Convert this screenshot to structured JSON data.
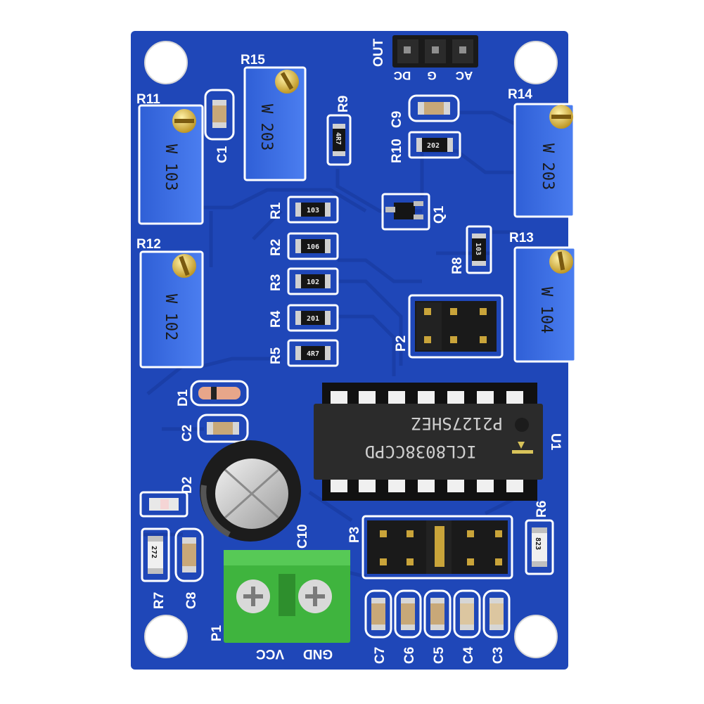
{
  "board": {
    "colors": {
      "pcb": "#1f47b8",
      "trace": "#1a3ea7",
      "pot": "#3b6be0",
      "terminal": "#39b33a",
      "silk": "#ffffff"
    },
    "header_out": {
      "title": "OUT",
      "pins": [
        "DC",
        "G",
        "AC"
      ]
    },
    "pots": [
      {
        "ref": "R11",
        "code": "W 103"
      },
      {
        "ref": "R15",
        "code": "W 203"
      },
      {
        "ref": "R14",
        "code": "W 203"
      },
      {
        "ref": "R12",
        "code": "W 102"
      },
      {
        "ref": "R13",
        "code": "W 104"
      }
    ],
    "resistors": [
      {
        "ref": "R1",
        "code": "103"
      },
      {
        "ref": "R2",
        "code": "106"
      },
      {
        "ref": "R3",
        "code": "102"
      },
      {
        "ref": "R4",
        "code": "201"
      },
      {
        "ref": "R5",
        "code": "4R7"
      },
      {
        "ref": "R9",
        "code": "4R7"
      },
      {
        "ref": "R10",
        "code": "202"
      },
      {
        "ref": "R8",
        "code": "103"
      },
      {
        "ref": "R6",
        "code": "823"
      },
      {
        "ref": "R7",
        "code": "272"
      }
    ],
    "caps": {
      "c1": "C1",
      "c2": "C2",
      "c8": "C8",
      "c9": "C9",
      "c10": "C10",
      "row": [
        "C7",
        "C6",
        "C5",
        "C4",
        "C3"
      ]
    },
    "diodes": {
      "d1": "D1",
      "d2": "D2"
    },
    "transistor": "Q1",
    "jumpers": {
      "p2": "P2",
      "p3": "P3"
    },
    "chip": {
      "ref": "U1",
      "line1": "ICL8038CCPD",
      "line2": "P2127SHEZ"
    },
    "terminal": {
      "ref": "P1",
      "labels": [
        "VCC",
        "GND"
      ]
    }
  }
}
